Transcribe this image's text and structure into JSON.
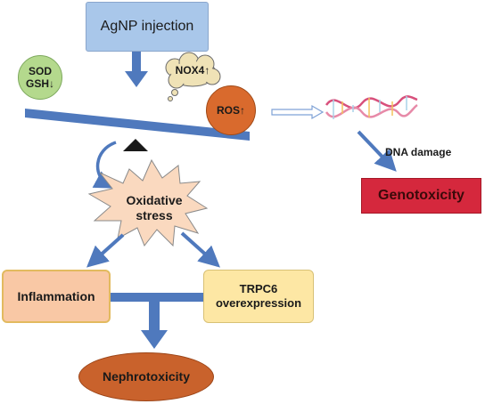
{
  "nodes": {
    "agnp_injection": "AgNP injection",
    "sod": "SOD",
    "gsh": "GSH",
    "nox4": "NOX4",
    "ros": "ROS",
    "dna_damage": "DNA damage",
    "genotoxicity": "Genotoxicity",
    "oxidative": "Oxidative",
    "stress": "stress",
    "inflammation": "Inflammation",
    "trpc6": "TRPC6",
    "overexpression": "overexpression",
    "nephrotoxicity": "Nephrotoxicity"
  },
  "glyphs": {
    "up_arrow": "↑",
    "down_arrow": "↓"
  },
  "colors": {
    "arrow_blue": "#4f79bd",
    "injection_fill": "#a9c7ea",
    "sod_fill": "#b4d98d",
    "ros_fill": "#d96a2d",
    "genotoxicity_fill": "#d5283d",
    "inflammation_fill": "#f9c8a5",
    "trpc6_fill": "#fde7a4",
    "nephrotoxicity_fill": "#c9622c",
    "burst_fill": "#fad9bf"
  }
}
